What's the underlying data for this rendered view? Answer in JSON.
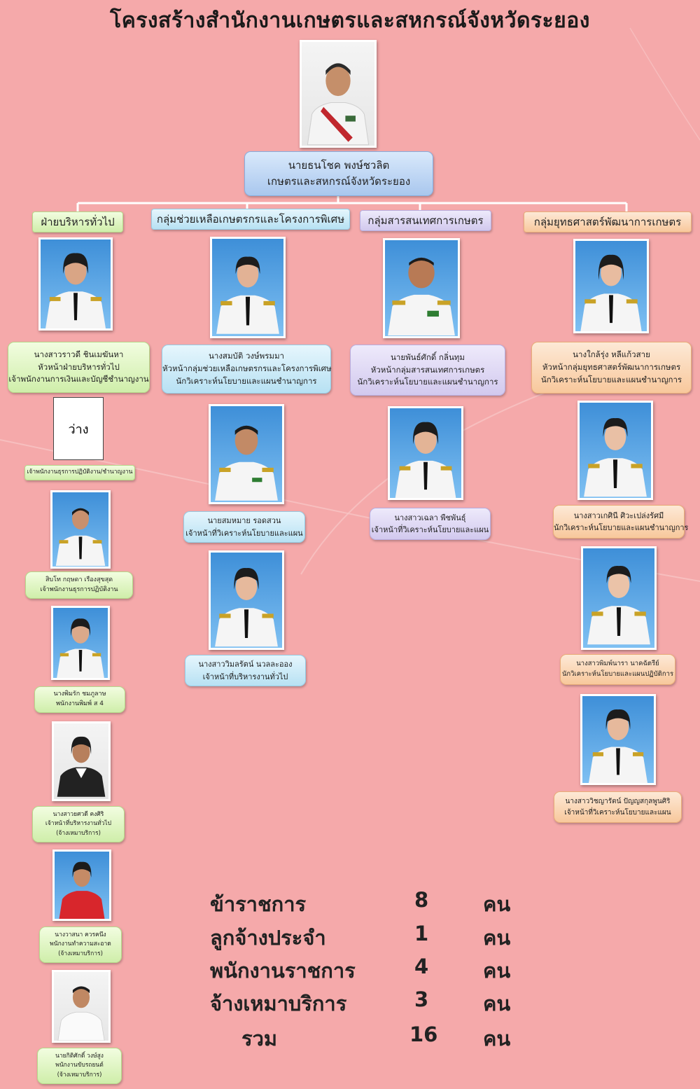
{
  "title": "โครงสร้างสำนักงานเกษตรและสหกรณ์จังหวัดระยอง",
  "director": {
    "line1": "นายธนโชค พงษ์ชวลิต",
    "line2": "เกษตรและสหกรณ์จังหวัดระยอง"
  },
  "groups": {
    "admin": "ฝ่ายบริหารทั่วไป",
    "assist": "กลุ่มช่วยเหลือเกษตรกรและโครงการพิเศษ",
    "info": "กลุ่มสารสนเทศการเกษตร",
    "strategy": "กลุ่มยุทธศาสตร์พัฒนาการเกษตร"
  },
  "admin_staff": {
    "head": [
      "นางสาวราวดี  ชินเมฆันหา",
      "หัวหน้าฝ่ายบริหารทั่วไป",
      "เจ้าพนักงานการเงินและบัญชีชำนาญงาน"
    ],
    "vacant_label": "ว่าง",
    "vacant_position": "เจ้าพนักงานธุรการปฏิบัติงาน/ชำนาญงาน",
    "p1": [
      "สิบโท กฤษดา เรืองสุขสุด",
      "เจ้าพนักงานธุรการปฏิบัติงาน"
    ],
    "p2": [
      "นางพิมรัก ชมภูลาษ",
      "พนักงานพิมพ์  ส 4"
    ],
    "p3": [
      "นางสาวยศวดี คงศิริ",
      "เจ้าหน้าที่บริหารงานทั่วไป",
      "(จ้างเหมาบริการ)"
    ],
    "p4": [
      "นางวาสนา ควรคนึง",
      "พนักงานทำความสะอาด",
      "(จ้างเหมาบริการ)"
    ],
    "p5": [
      "นายกิติศักดิ์  วงษ์สูง",
      "พนักงานขับรถยนต์",
      "(จ้างเหมาบริการ)"
    ]
  },
  "assist_staff": {
    "head": [
      "นางสมบัติ วงษ์พรมมา",
      "หัวหน้ากลุ่มช่วยเหลือเกษตรกรและโครงการพิเศษ",
      "นักวิเคราะห์นโยบายและแผนชำนาญการ"
    ],
    "p1": [
      "นายสมหมาย  รอดสวน",
      "เจ้าหน้าที่วิเคราะห์นโยบายและแผน"
    ],
    "p2": [
      "นางสาววิมลรัตน์ นวลละออง",
      "เจ้าหน้าที่บริหารงานทั่วไป"
    ]
  },
  "info_staff": {
    "head": [
      "นายพันธ์ศักดิ์ กลิ่นทุม",
      "หัวหน้ากลุ่มสารสนเทศการเกษตร",
      "นักวิเคราะห์นโยบายและแผนชำนาญการ"
    ],
    "p1": [
      "นางสาวเฉลา พืชพันธุ์",
      "เจ้าหน้าที่วิเคราะห์นโยบายและแผน"
    ]
  },
  "strategy_staff": {
    "head": [
      "นางใกล้รุ่ง   หลีแก้วสาย",
      "หัวหน้ากลุ่มยุทธศาสตร์พัฒนาการเกษตร",
      "นักวิเคราะห์นโยบายและแผนชำนาญการ"
    ],
    "p1": [
      "นางสาวเกศินี ศิวะเปล่งรัศมี",
      "นักวิเคราะห์นโยบายและแผนชำนาญการ"
    ],
    "p2": [
      "นางสาวพิมพ์นารา นาคฉัตรีย์",
      "นักวิเคราะห์นโยบายและแผนปฏิบัติการ"
    ],
    "p3": [
      "นางสาววิชญารัตน์  ปัญญสกุลพูนศิริ",
      "เจ้าหน้าที่วิเคราะห์นโยบายและแผน"
    ]
  },
  "summary": [
    {
      "label": "ข้าราชการ",
      "count": "8",
      "unit": "คน"
    },
    {
      "label": "ลูกจ้างประจำ",
      "count": "1",
      "unit": "คน"
    },
    {
      "label": "พนักงานราชการ",
      "count": "4",
      "unit": "คน"
    },
    {
      "label": "จ้างเหมาบริการ",
      "count": "3",
      "unit": "คน"
    },
    {
      "label": "รวม",
      "count": "16",
      "unit": "คน"
    }
  ]
}
